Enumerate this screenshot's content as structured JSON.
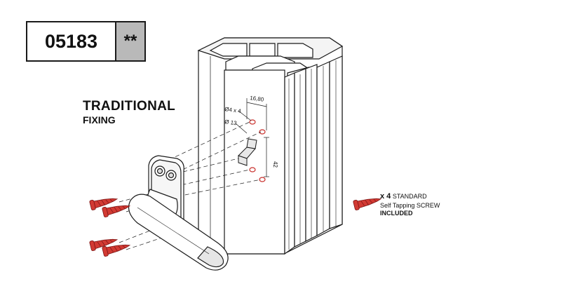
{
  "product": {
    "code": "05183",
    "grade": "**"
  },
  "heading": {
    "line1": "TRADITIONAL",
    "line2": "FIXING"
  },
  "dimensions": {
    "spacing": "16,80",
    "hole_small": "Ø4 x 4",
    "hole_large": "Ø 13",
    "height": "42"
  },
  "screw_note": {
    "quantity": "x 4",
    "line1_rest": "STANDARD",
    "line2": "Self Tapping SCREW",
    "line3": "INCLUDED"
  },
  "colors": {
    "screw": "#c9302c",
    "outline": "#1a1a1a",
    "grade_fill": "#b9b9b9"
  }
}
